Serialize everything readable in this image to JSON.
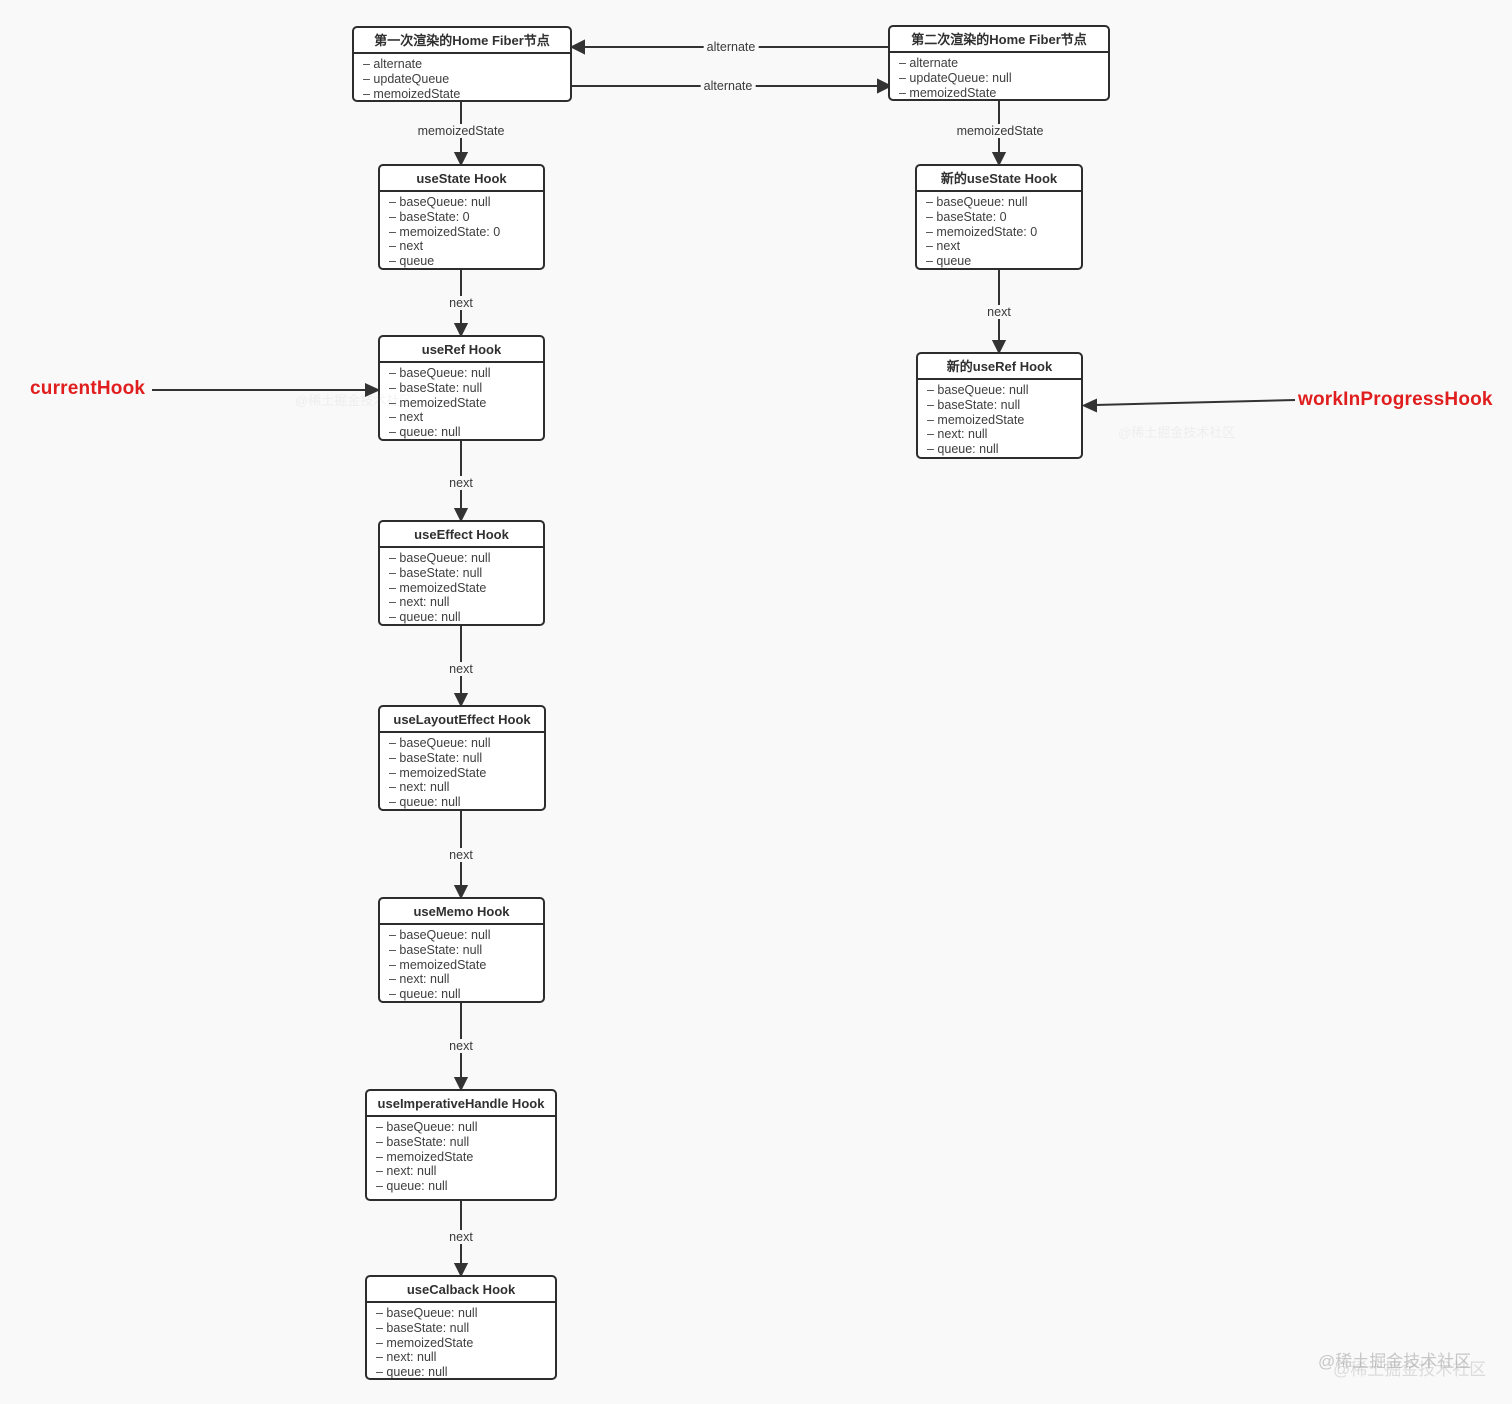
{
  "colors": {
    "background": "#f9f9f9",
    "box_border": "#2d2d2d",
    "box_fill": "#ffffff",
    "box_text": "#3e3e3e",
    "arrow": "#333333",
    "annotation_red": "#e01e1e",
    "watermark_gray": "#9f9f9f"
  },
  "nodes": {
    "fiber1": {
      "title": "第一次渲染的Home Fiber节点",
      "fields": [
        "– alternate",
        "– updateQueue",
        "– memoizedState"
      ]
    },
    "fiber2": {
      "title": "第二次渲染的Home Fiber节点",
      "fields": [
        "– alternate",
        "– updateQueue: null",
        "– memoizedState"
      ]
    },
    "useState": {
      "title": "useState Hook",
      "fields": [
        "– baseQueue: null",
        "– baseState: 0",
        "– memoizedState: 0",
        "– next",
        "– queue"
      ]
    },
    "useRef": {
      "title": "useRef Hook",
      "fields": [
        "– baseQueue: null",
        "– baseState: null",
        "– memoizedState",
        "– next",
        "– queue: null"
      ]
    },
    "useEffect": {
      "title": "useEffect Hook",
      "fields": [
        "– baseQueue: null",
        "– baseState: null",
        "– memoizedState",
        "– next: null",
        "– queue: null"
      ]
    },
    "useLayoutEffect": {
      "title": "useLayoutEffect Hook",
      "fields": [
        "– baseQueue: null",
        "– baseState: null",
        "– memoizedState",
        "– next: null",
        "– queue: null"
      ]
    },
    "useMemo": {
      "title": "useMemo Hook",
      "fields": [
        "– baseQueue: null",
        "– baseState: null",
        "– memoizedState",
        "– next: null",
        "– queue: null"
      ]
    },
    "useImperativeHandle": {
      "title": "useImperativeHandle Hook",
      "fields": [
        "– baseQueue: null",
        "– baseState: null",
        "– memoizedState",
        "– next: null",
        "– queue: null"
      ]
    },
    "useCallback": {
      "title": "useCalback Hook",
      "fields": [
        "– baseQueue: null",
        "– baseState: null",
        "– memoizedState",
        "– next: null",
        "– queue: null"
      ]
    },
    "newUseState": {
      "title": "新的useState Hook",
      "fields": [
        "– baseQueue: null",
        "– baseState: 0",
        "– memoizedState: 0",
        "– next",
        "– queue"
      ]
    },
    "newUseRef": {
      "title": "新的useRef Hook",
      "fields": [
        "– baseQueue: null",
        "– baseState: null",
        "– memoizedState",
        "– next: null",
        "– queue: null"
      ]
    }
  },
  "edge_labels": {
    "alternate": "alternate",
    "memoizedState": "memoizedState",
    "next": "next"
  },
  "annotations": {
    "currentHook": "currentHook",
    "workInProgressHook": "workInProgressHook"
  },
  "watermark": {
    "text": "@稀土掘金技术社区"
  }
}
